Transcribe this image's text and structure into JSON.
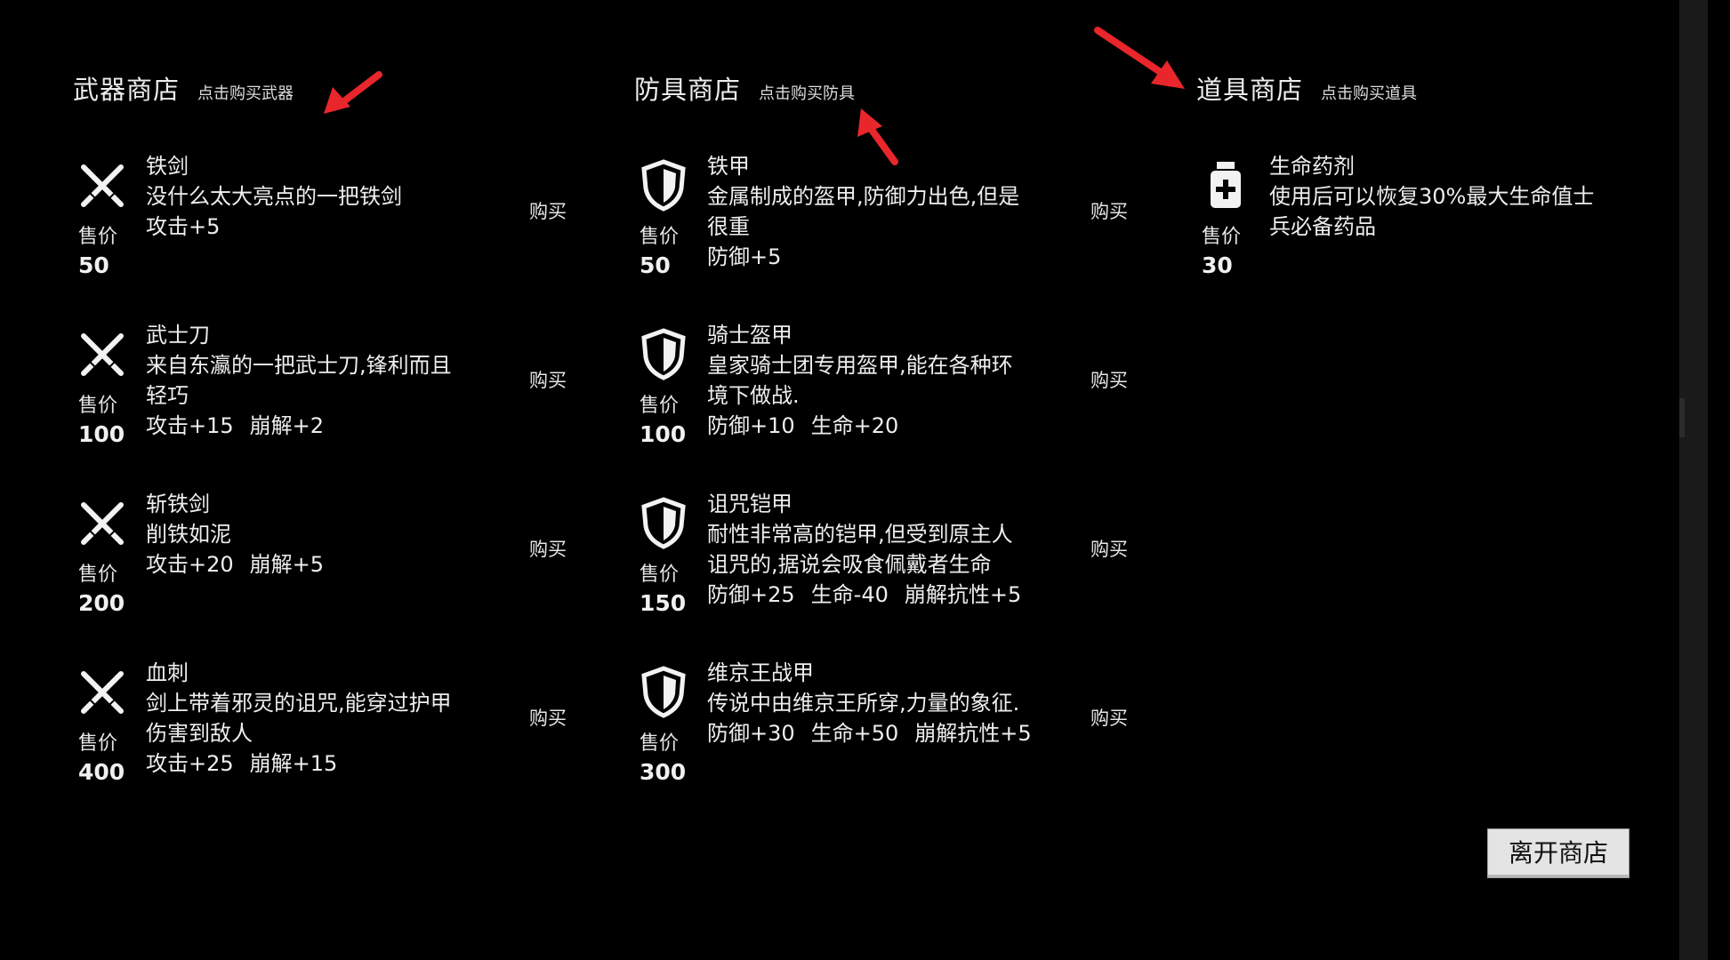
{
  "shops": {
    "weapon": {
      "title": "武器商店",
      "hint": "点击购买武器",
      "items": [
        {
          "name": "铁剑",
          "desc": [
            "没什么太大亮点的一把铁剑"
          ],
          "stats": [
            "攻击+5"
          ],
          "price_label": "售价",
          "price": "50",
          "buy": "购买"
        },
        {
          "name": "武士刀",
          "desc": [
            "来自东瀛的一把武士刀,锋利而且",
            "轻巧"
          ],
          "stats": [
            "攻击+15",
            "崩解+2"
          ],
          "price_label": "售价",
          "price": "100",
          "buy": "购买"
        },
        {
          "name": "斩铁剑",
          "desc": [
            "削铁如泥"
          ],
          "stats": [
            "攻击+20",
            "崩解+5"
          ],
          "price_label": "售价",
          "price": "200",
          "buy": "购买"
        },
        {
          "name": "血刺",
          "desc": [
            "剑上带着邪灵的诅咒,能穿过护甲",
            "伤害到敌人"
          ],
          "stats": [
            "攻击+25",
            "崩解+15"
          ],
          "price_label": "售价",
          "price": "400",
          "buy": "购买"
        }
      ]
    },
    "armor": {
      "title": "防具商店",
      "hint": "点击购买防具",
      "items": [
        {
          "name": "铁甲",
          "desc": [
            "金属制成的盔甲,防御力出色,但是",
            "很重"
          ],
          "stats": [
            "防御+5"
          ],
          "price_label": "售价",
          "price": "50",
          "buy": "购买"
        },
        {
          "name": "骑士盔甲",
          "desc": [
            "皇家骑士团专用盔甲,能在各种环",
            "境下做战."
          ],
          "stats": [
            "防御+10",
            "生命+20"
          ],
          "price_label": "售价",
          "price": "100",
          "buy": "购买"
        },
        {
          "name": "诅咒铠甲",
          "desc": [
            "耐性非常高的铠甲,但受到原主人",
            "诅咒的,据说会吸食佩戴者生命"
          ],
          "stats": [
            "防御+25",
            "生命-40",
            "崩解抗性+5"
          ],
          "price_label": "售价",
          "price": "150",
          "buy": "购买"
        },
        {
          "name": "维京王战甲",
          "desc": [
            "传说中由维京王所穿,力量的象征."
          ],
          "stats": [
            "防御+30",
            "生命+50",
            "崩解抗性+5"
          ],
          "price_label": "售价",
          "price": "300",
          "buy": "购买"
        }
      ]
    },
    "item": {
      "title": "道具商店",
      "hint": "点击购买道具",
      "items": [
        {
          "name": "生命药剂",
          "desc": [
            "使用后可以恢复30%最大生命值士",
            "兵必备药品"
          ],
          "stats": [],
          "price_label": "售价",
          "price": "30",
          "buy": ""
        }
      ]
    }
  },
  "leave_button": "离开商店",
  "icons": {
    "weapon": "crossed-swords-icon",
    "armor": "shield-icon",
    "item": "potion-icon"
  },
  "colors": {
    "background": "#000000",
    "text": "#ececec",
    "annotation_arrow": "#e8262b",
    "button_bg": "#e4e4e4"
  }
}
